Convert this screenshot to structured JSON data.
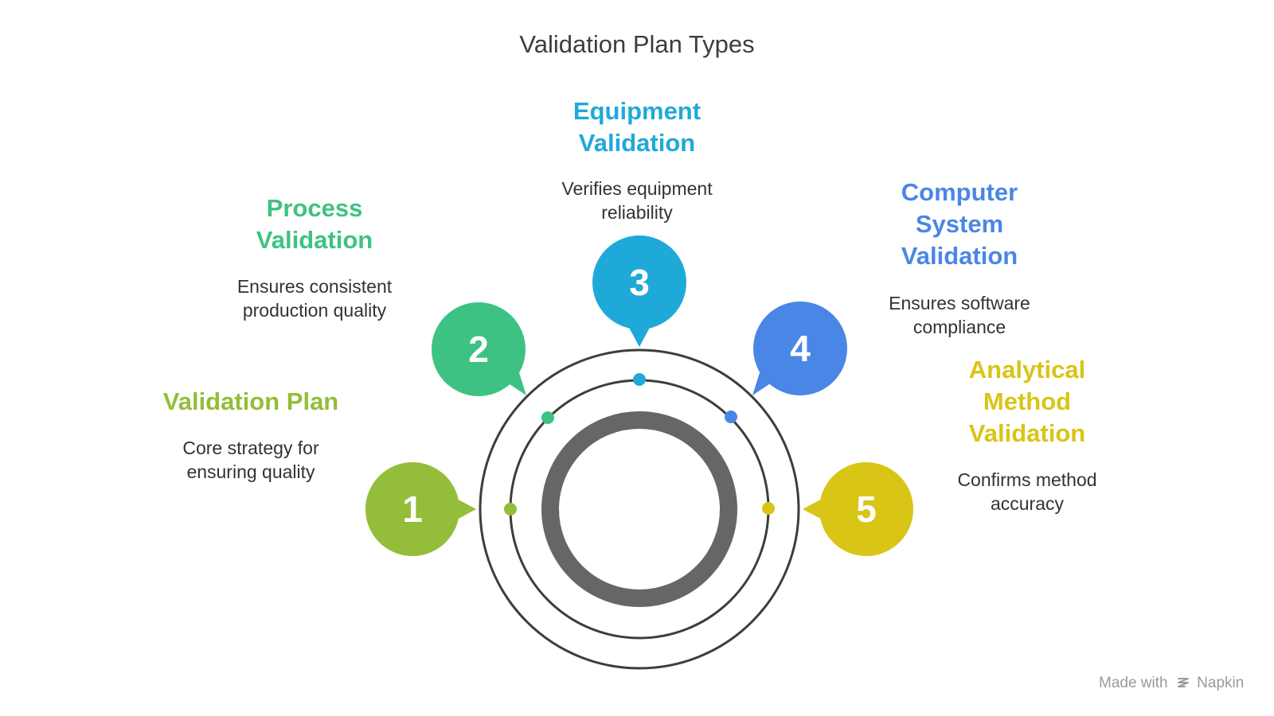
{
  "title": "Validation Plan Types",
  "colors": {
    "item1": "#94bd3a",
    "item2": "#3ec283",
    "item3": "#1fa9d9",
    "item4": "#4a86e5",
    "item5": "#d8c516",
    "ring": "#3d3d3d",
    "core": "#666666"
  },
  "items": [
    {
      "number": "1",
      "title": "Validation Plan",
      "description": "Core strategy for ensuring quality"
    },
    {
      "number": "2",
      "title": "Process Validation",
      "description": "Ensures consistent production quality"
    },
    {
      "number": "3",
      "title": "Equipment Validation",
      "description": "Verifies equipment reliability"
    },
    {
      "number": "4",
      "title": "Computer System Validation",
      "description": "Ensures software compliance"
    },
    {
      "number": "5",
      "title": "Analytical Method Validation",
      "description": "Confirms method accuracy"
    }
  ],
  "watermark": {
    "prefix": "Made with",
    "icon": "napkin-logo-icon",
    "brand": "Napkin"
  }
}
